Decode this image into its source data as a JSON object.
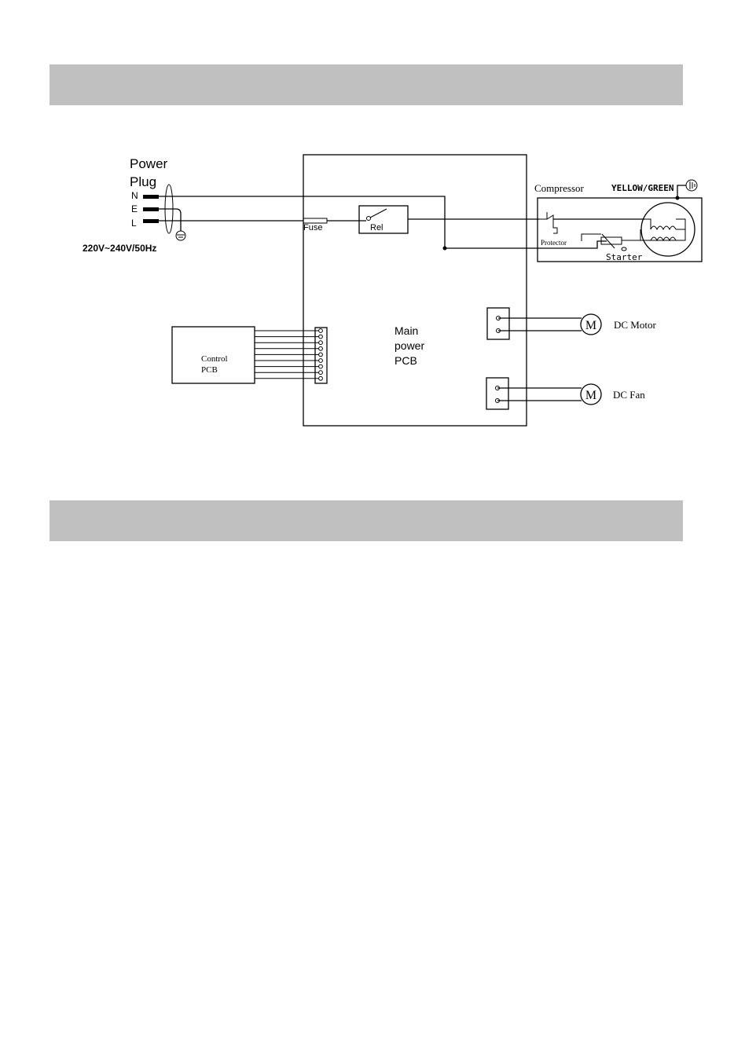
{
  "diagram": {
    "power_plug": {
      "label_line1": "Power",
      "label_line2": "Plug",
      "pin_n": "N",
      "pin_e": "E",
      "pin_l": "L",
      "voltage": "220V~240V/50Hz"
    },
    "main_pcb": {
      "line1": "Main",
      "line2": "power",
      "line3": "PCB"
    },
    "fuse_label": "Fuse",
    "relay_label": "Rel",
    "compressor": {
      "title": "Compressor",
      "ground_wire": "YELLOW/GREEN",
      "protector": "Protector",
      "starter": "Starter"
    },
    "control_pcb": {
      "line1": "Control",
      "line2": "PCB"
    },
    "motor_symbol": "M",
    "dc_motor_label": "DC Motor",
    "dc_fan_label": "DC Fan"
  },
  "colors": {
    "section_band": "#c0c0c0",
    "line": "#000000"
  }
}
